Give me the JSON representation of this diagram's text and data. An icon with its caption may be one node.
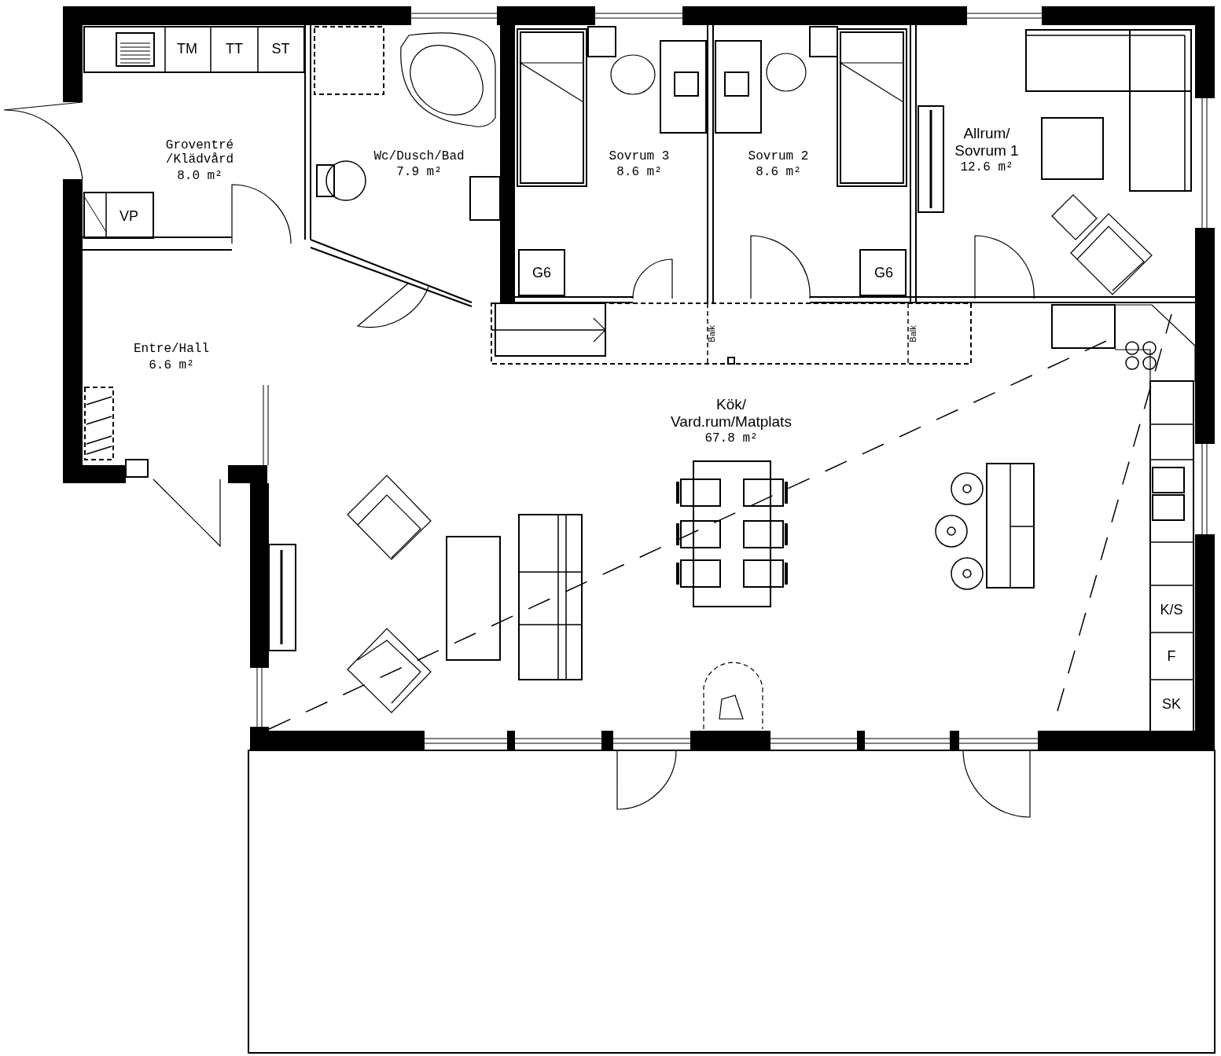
{
  "diagram": {
    "labels": [
      "TM",
      "TT",
      "ST",
      "Groventré /Klädvård",
      "8.0 m²",
      "Wc/Dusch/Bad",
      "7.9 m²",
      "Sovrum 3",
      "8.6 m²",
      "Sovrum 2",
      "8.6 m²",
      "Allrum/ Sovrum 1",
      "12.6 m²",
      "VP",
      "G6",
      "G6",
      "Entre/Hall",
      "6.6 m²",
      "Balk",
      "Balk",
      "Kök/ Vard.rum/Matplats",
      "67.8 m²",
      "K/S",
      "F",
      "SK"
    ]
  }
}
